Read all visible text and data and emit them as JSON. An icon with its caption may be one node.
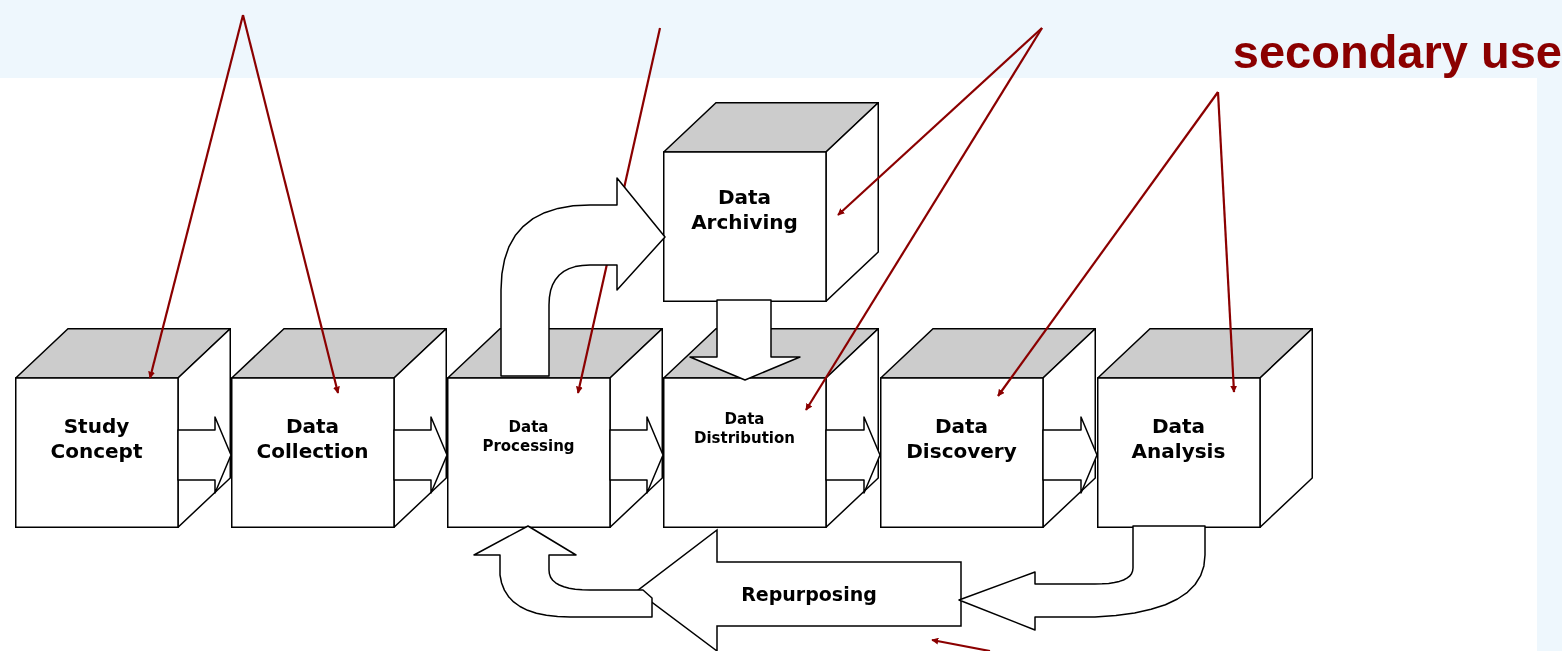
{
  "diagram": {
    "nodes": [
      {
        "text": [
          "secondary use"
        ]
      },
      {
        "text": [
          "Data Archiving"
        ]
      },
      {
        "text": [
          "Study Concept"
        ]
      },
      {
        "text": [
          "Data Collection"
        ]
      },
      {
        "text": [
          "Data Processing"
        ]
      },
      {
        "text": [
          "Data Distribution"
        ]
      },
      {
        "text": [
          "Data Discovery"
        ]
      },
      {
        "text": [
          "Data Analysis"
        ]
      },
      {
        "text": [
          "Repurposing"
        ]
      }
    ],
    "edges": [
      {
        "from": null,
        "to": 2,
        "arrow": "to",
        "color": "#8b0000"
      },
      {
        "from": null,
        "to": 3,
        "arrow": "to",
        "color": "#8b0000"
      },
      {
        "from": null,
        "to": 4,
        "arrow": "to",
        "color": "#8b0000"
      },
      {
        "from": null,
        "to": 1,
        "arrow": "to",
        "color": "#8b0000"
      },
      {
        "from": null,
        "to": 5,
        "arrow": "to",
        "color": "#8b0000"
      },
      {
        "from": 0,
        "to": 6,
        "arrow": "to",
        "color": "#8b0000"
      },
      {
        "from": 0,
        "to": 7,
        "arrow": "to",
        "color": "#8b0000"
      },
      {
        "from": null,
        "to": 8,
        "arrow": "to",
        "color": "#8b0000"
      },
      {
        "from": 2,
        "to": 3,
        "arrow": "to",
        "style": "thick"
      },
      {
        "from": 3,
        "to": 4,
        "arrow": "to",
        "style": "thick"
      },
      {
        "from": 4,
        "to": 5,
        "arrow": "to",
        "style": "thick"
      },
      {
        "from": 5,
        "to": 6,
        "arrow": "to",
        "style": "thick"
      },
      {
        "from": 6,
        "to": 7,
        "arrow": "to",
        "style": "thick"
      },
      {
        "from": 4,
        "to": 1,
        "arrow": "to",
        "style": "thick"
      },
      {
        "from": 1,
        "to": 5,
        "arrow": "to",
        "style": "thick"
      },
      {
        "from": 7,
        "to": 8,
        "arrow": "to",
        "style": "thick"
      },
      {
        "from": 8,
        "to": 4,
        "arrow": "to",
        "style": "thick"
      }
    ]
  }
}
